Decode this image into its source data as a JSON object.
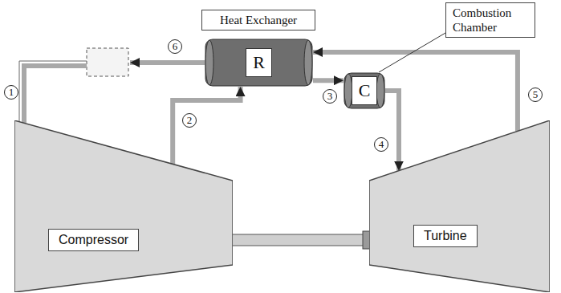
{
  "diagram": {
    "nodes": [
      {
        "text": [
          "Heat Exchanger"
        ]
      },
      {
        "text": [
          "Combustion Chamber"
        ]
      },
      {
        "text": [
          "R"
        ]
      },
      {
        "text": [
          "C"
        ]
      },
      {
        "text": [
          "Compressor"
        ]
      },
      {
        "text": [
          "Turbine"
        ]
      }
    ],
    "edges": [
      {
        "from": 4,
        "to": 2,
        "arrow": "to"
      },
      {
        "from": 2,
        "to": 3,
        "arrow": "to"
      },
      {
        "from": 3,
        "to": 5,
        "arrow": "to"
      },
      {
        "from": 5,
        "to": 2,
        "arrow": "to"
      },
      {
        "from": 1,
        "to": 3,
        "arrow": "none"
      }
    ],
    "labels": [
      "1",
      "2",
      "3",
      "4",
      "5",
      "6"
    ]
  }
}
